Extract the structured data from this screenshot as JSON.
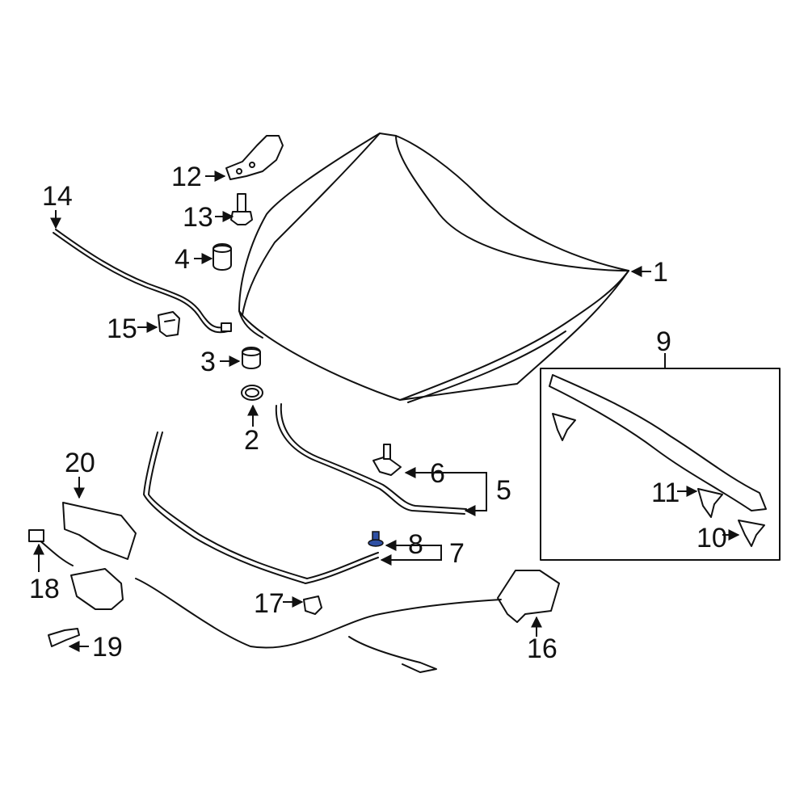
{
  "diagram": {
    "callouts": {
      "c1": "1",
      "c2": "2",
      "c3": "3",
      "c4": "4",
      "c5": "5",
      "c6": "6",
      "c7": "7",
      "c8": "8",
      "c9": "9",
      "c10": "10",
      "c11": "11",
      "c12": "12",
      "c13": "13",
      "c14": "14",
      "c15": "15",
      "c16": "16",
      "c17": "17",
      "c18": "18",
      "c19": "19",
      "c20": "20"
    },
    "colors": {
      "line": "#111111",
      "highlight_part": "#2e4fa3"
    }
  }
}
